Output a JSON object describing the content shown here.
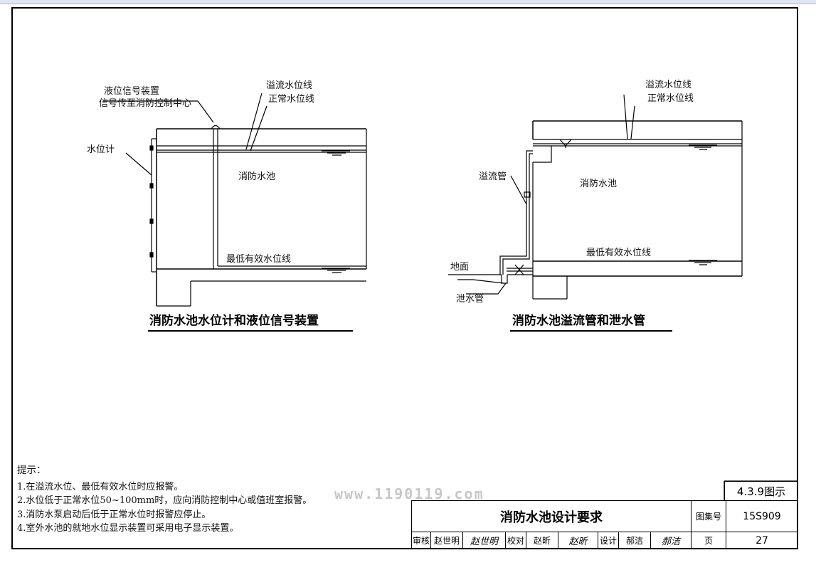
{
  "left_diagram": {
    "labels": {
      "signal_device": "液位信号装置",
      "signal_to_center": "信号传至消防控制中心",
      "overflow_level": "溢流水位线",
      "normal_level": "正常水位线",
      "level_gauge": "水位计",
      "pool": "消防水池",
      "min_level": "最低有效水位线"
    },
    "caption": "消防水池水位计和液位信号装置"
  },
  "right_diagram": {
    "labels": {
      "overflow_level": "溢流水位线",
      "normal_level": "正常水位线",
      "overflow_pipe": "溢流管",
      "pool": "消防水池",
      "ground": "地面",
      "min_level": "最低有效水位线",
      "drain_pipe": "泄水管"
    },
    "caption": "消防水池溢流管和泄水管"
  },
  "notes": {
    "title": "提示：",
    "items": [
      "1.在溢流水位、最低有效水位时应报警。",
      "2.水位低于正常水位50~100mm时，应向消防控制中心或值班室报警。",
      "3.消防水泵启动后低于正常水位时报警应停止。",
      "4.室外水池的就地水位显示装置可采用电子显示装置。"
    ]
  },
  "watermark": "www.1190119.com",
  "title_block": {
    "figure_no": "4.3.9图示",
    "title": "消防水池设计要求",
    "atlas_label": "图集号",
    "atlas_no": "15S909",
    "review_label": "审核",
    "review_name": "赵世明",
    "review_sig": "赵世明",
    "check_label": "校对",
    "check_name": "赵昕",
    "check_sig": "赵昕",
    "design_label": "设计",
    "design_name": "郝洁",
    "design_sig": "郝洁",
    "page_label": "页",
    "page_no": "27"
  }
}
